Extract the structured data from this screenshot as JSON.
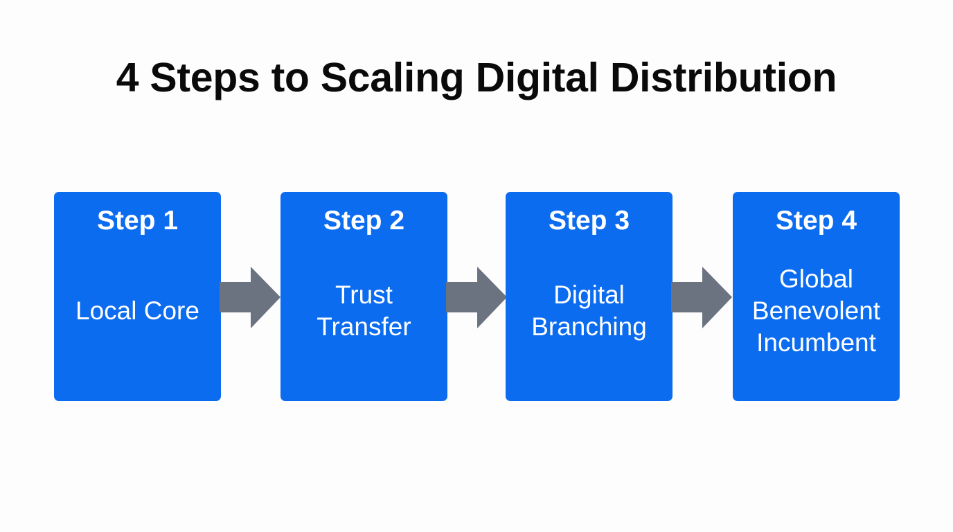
{
  "title": "4 Steps to Scaling Digital Distribution",
  "colors": {
    "box_fill": "#0b6cf0",
    "box_text": "#ffffff",
    "arrow_fill": "#6b7280",
    "title_text": "#0a0a0a"
  },
  "steps": [
    {
      "heading": "Step 1",
      "lines": [
        "Local Core"
      ]
    },
    {
      "heading": "Step 2",
      "lines": [
        "Trust",
        "Transfer"
      ]
    },
    {
      "heading": "Step 3",
      "lines": [
        "Digital",
        "Branching"
      ]
    },
    {
      "heading": "Step 4",
      "lines": [
        "Global",
        "Benevolent",
        "Incumbent"
      ]
    }
  ],
  "connectors": [
    {
      "from": "Step 1",
      "to": "Step 2",
      "icon": "right-arrow-icon"
    },
    {
      "from": "Step 2",
      "to": "Step 3",
      "icon": "right-arrow-icon"
    },
    {
      "from": "Step 3",
      "to": "Step 4",
      "icon": "right-arrow-icon"
    }
  ]
}
